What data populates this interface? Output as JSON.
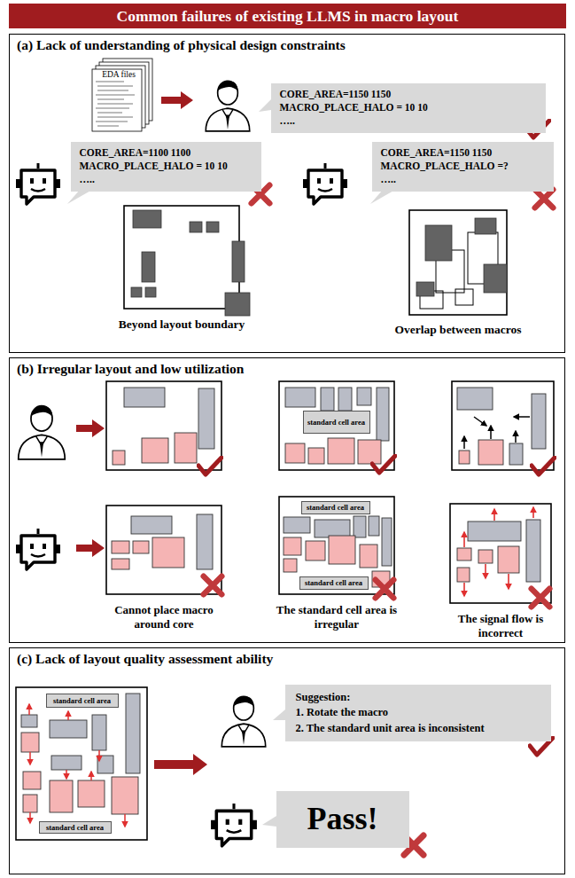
{
  "diagram": {
    "title": "Common failures  of existing LLMS in macro layout",
    "nodes": [
      {
        "text": [
          "(a) Lack of understanding of physical design constraints"
        ]
      },
      {
        "text": [
          "CORE_AREA=1150 1150",
          "MACRO_PLACE_HALO = 10 10",
          "….."
        ],
        "in": 0
      },
      {
        "text": [
          "CORE_AREA=1100 1100",
          "MACRO_PLACE_HALO = 10 10",
          "….."
        ],
        "in": 0
      },
      {
        "text": [
          "CORE_AREA=1150 1150",
          "MACRO_PLACE_HALO =?",
          "….."
        ],
        "in": 0
      },
      {
        "text": [
          "(b) Irregular layout and low utilization"
        ]
      },
      {
        "text": [
          "standard cell area"
        ],
        "in": 4
      },
      {
        "text": [
          "standard cell area"
        ],
        "in": 4
      },
      {
        "text": [
          "standard cell area"
        ],
        "in": 4
      },
      {
        "text": [
          "(c) Lack of layout quality assessment ability"
        ]
      },
      {
        "text": [
          "standard cell area"
        ],
        "in": 8
      },
      {
        "text": [
          "standard cell area"
        ],
        "in": 8
      },
      {
        "text": [
          "Suggestion:",
          "1. Rotate the macro",
          "2. The standard unit area is inconsistent"
        ],
        "in": 8
      },
      {
        "text": [
          "Pass!"
        ],
        "in": 8
      }
    ],
    "labels": [
      "EDA files",
      "Beyond layout boundary",
      "Overlap between macros",
      "Cannot place macro around core",
      "The standard cell area is irregular",
      "The signal flow is incorrect"
    ]
  }
}
